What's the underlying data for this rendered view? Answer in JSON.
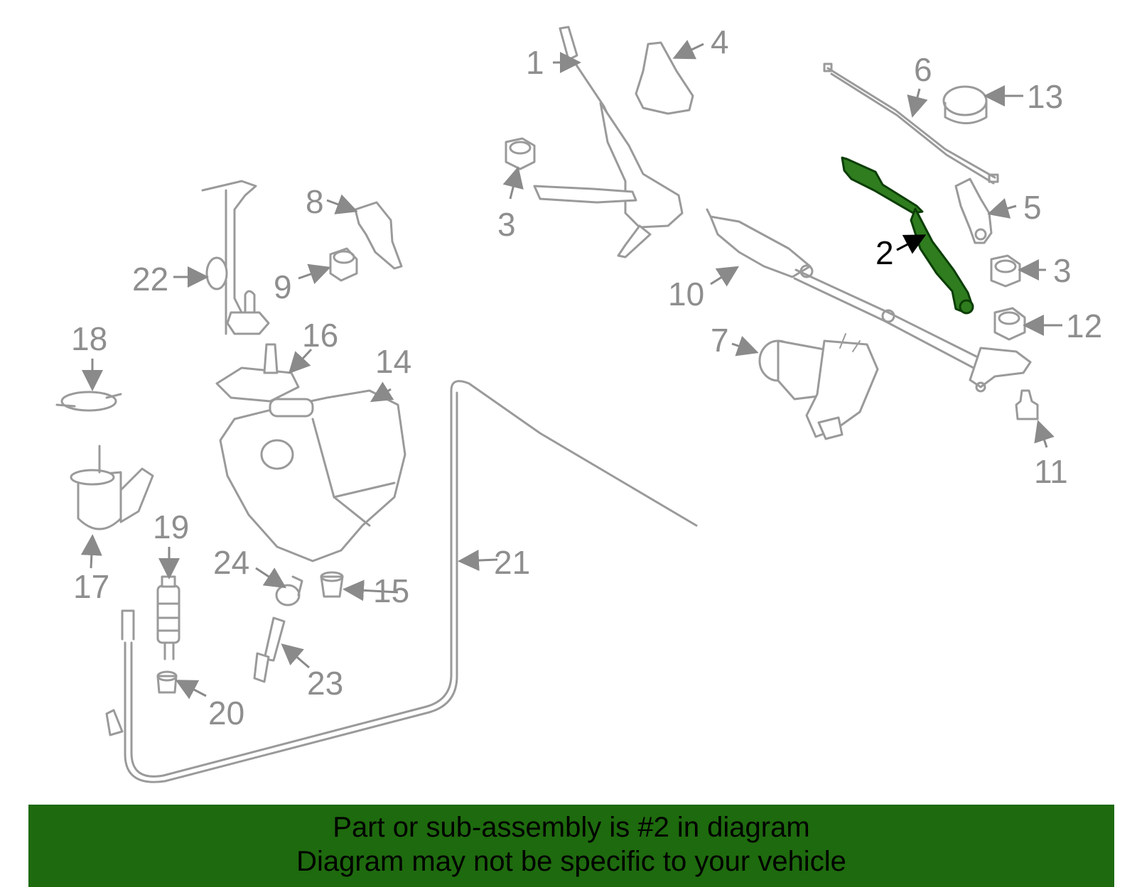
{
  "diagram": {
    "callouts": {
      "c1": "1",
      "c2": "2",
      "c3a": "3",
      "c3b": "3",
      "c4": "4",
      "c5": "5",
      "c6": "6",
      "c7": "7",
      "c8": "8",
      "c9": "9",
      "c10": "10",
      "c11": "11",
      "c12": "12",
      "c13": "13",
      "c14": "14",
      "c15": "15",
      "c16": "16",
      "c17": "17",
      "c18": "18",
      "c19": "19",
      "c20": "20",
      "c21": "21",
      "c22": "22",
      "c23": "23",
      "c24": "24"
    },
    "highlight_color": "#2f7d1f",
    "part_color": "#9a9a9a"
  },
  "banner": {
    "line1": "Part or sub-assembly is #2 in diagram",
    "line2": "Diagram may not be specific to your vehicle",
    "background": "#1e6a0e"
  }
}
